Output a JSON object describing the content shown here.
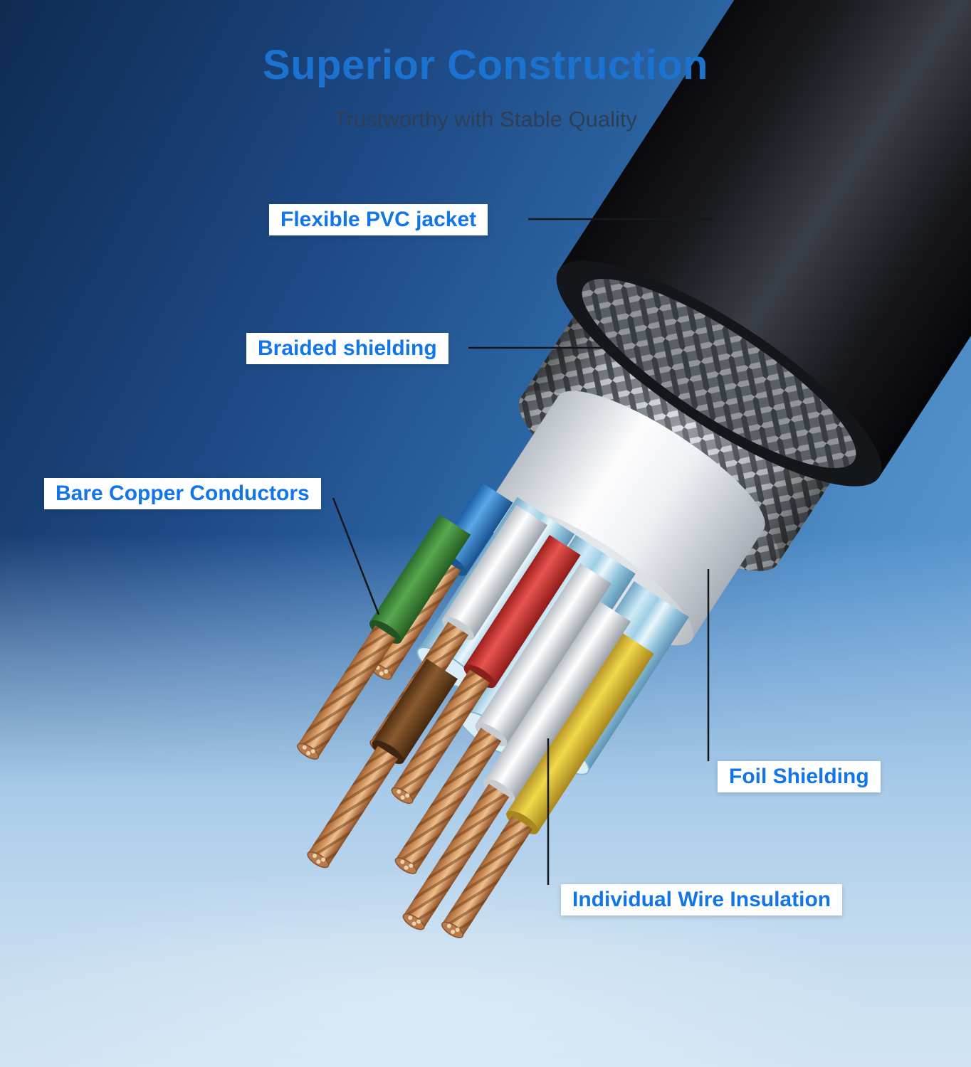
{
  "title": "Superior Construction",
  "subtitle": "Trustworthy with Stable Quality",
  "labels": {
    "pvc": "Flexible PVC jacket",
    "braided": "Braided shielding",
    "copper": "Bare Copper Conductors",
    "foil": "Foil Shielding",
    "insulation": "Individual Wire Insulation"
  },
  "colors": {
    "accent_blue": "#1276e8",
    "title_blue": "#1b72cf",
    "subtitle_navy": "#2e3e55",
    "background_top": "#0f2a52",
    "background_bottom": "#d2e4f4",
    "jacket_black": "#17181c",
    "braid_gray": "#81888f",
    "foil_white": "#f2f4f6",
    "copper": "#cf9059",
    "wire_blue": "#2e86d4",
    "wire_white": "#f2f2f2",
    "wire_red": "#d8332e",
    "wire_yellow": "#e8c832",
    "wire_green": "#3f8f3f",
    "wire_brown": "#7a4a26",
    "foil_pair_blue": "#9fcfe5",
    "leader_line": "#15181c"
  }
}
